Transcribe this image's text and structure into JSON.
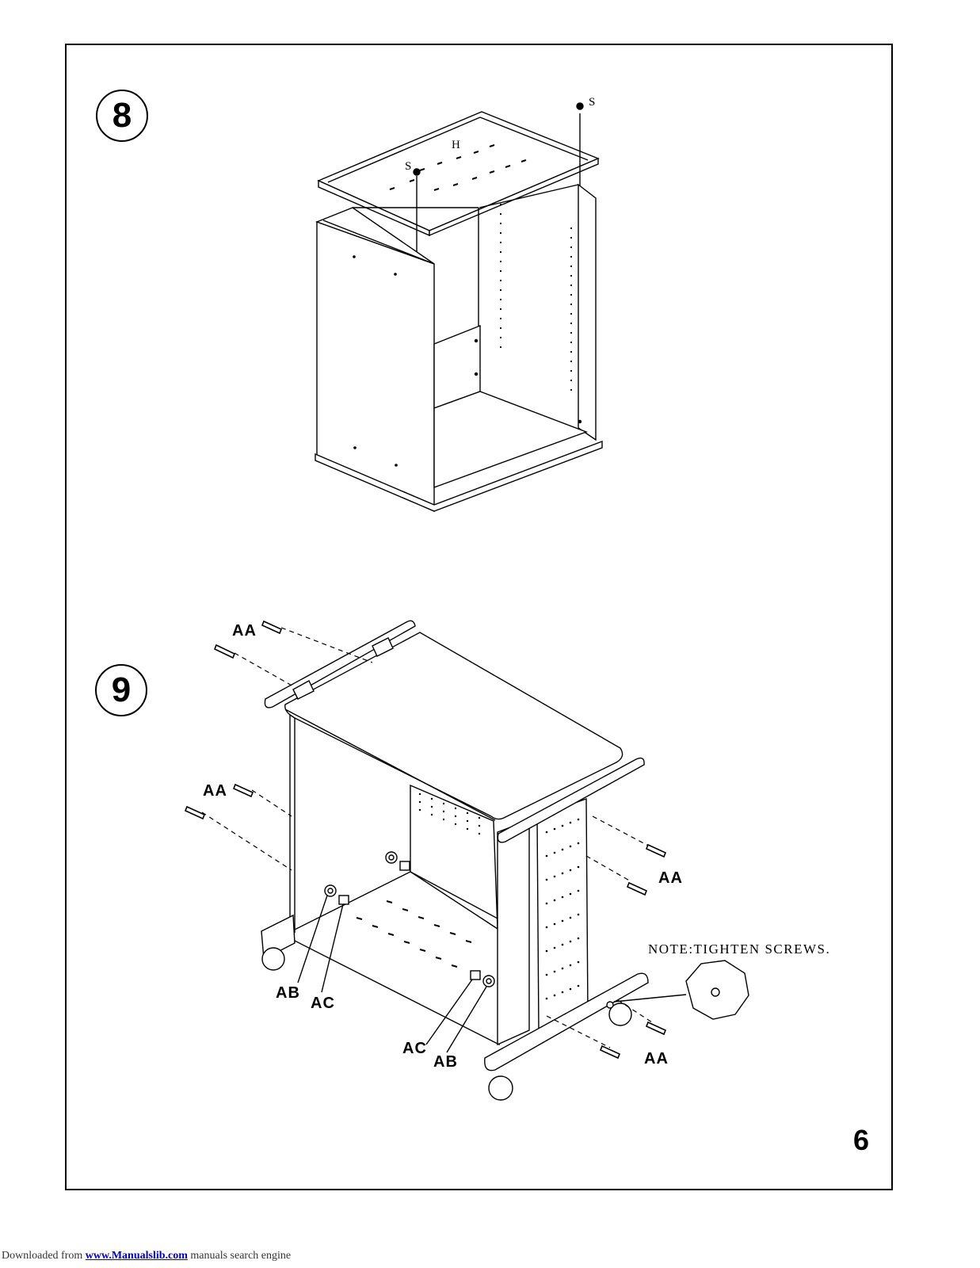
{
  "page": {
    "number": "6"
  },
  "step8": {
    "number": "8",
    "labels": {
      "screw_top": "S",
      "screw_left": "S",
      "top_panel": "H"
    }
  },
  "step9": {
    "number": "9",
    "labels": {
      "aa_top": "AA",
      "aa_left": "AA",
      "aa_right_upper": "AA",
      "aa_right_lower": "AA",
      "ab_left": "AB",
      "ac_left": "AC",
      "ac_right": "AC",
      "ab_right": "AB"
    },
    "note": "NOTE:TIGHTEN SCREWS."
  },
  "footer": {
    "prefix": "Downloaded from ",
    "link_text": "www.Manualslib.com",
    "suffix": " manuals search engine"
  }
}
